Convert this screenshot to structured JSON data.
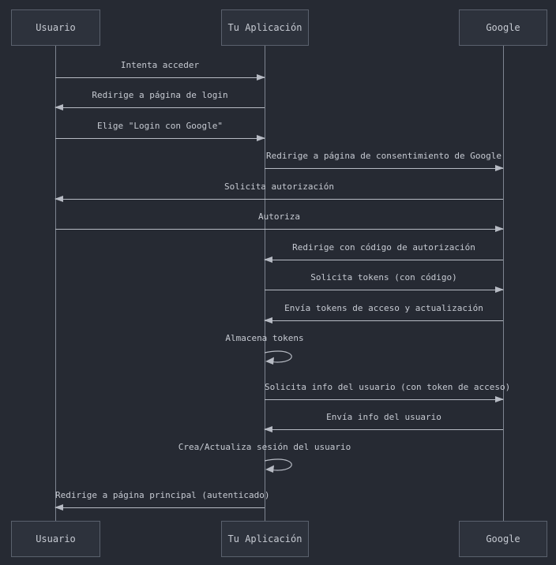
{
  "diagram": {
    "type": "sequence",
    "actors": [
      {
        "label": "Usuario"
      },
      {
        "label": "Tu Aplicación"
      },
      {
        "label": "Google"
      }
    ],
    "messages": [
      {
        "label": "Intenta acceder",
        "from": "Usuario",
        "to": "Tu Aplicación",
        "style": "solid"
      },
      {
        "label": "Redirige a página de login",
        "from": "Tu Aplicación",
        "to": "Usuario",
        "style": "solid"
      },
      {
        "label": "Elige \"Login con Google\"",
        "from": "Usuario",
        "to": "Tu Aplicación",
        "style": "solid"
      },
      {
        "label": "Redirige a página de consentimiento de Google",
        "from": "Tu Aplicación",
        "to": "Google",
        "style": "solid"
      },
      {
        "label": "Solicita autorización",
        "from": "Google",
        "to": "Usuario",
        "style": "solid"
      },
      {
        "label": "Autoriza",
        "from": "Usuario",
        "to": "Google",
        "style": "solid"
      },
      {
        "label": "Redirige con código de autorización",
        "from": "Google",
        "to": "Tu Aplicación",
        "style": "solid"
      },
      {
        "label": "Solicita tokens (con código)",
        "from": "Tu Aplicación",
        "to": "Google",
        "style": "solid"
      },
      {
        "label": "Envía tokens de acceso y actualización",
        "from": "Google",
        "to": "Tu Aplicación",
        "style": "solid"
      },
      {
        "label": "Almacena tokens",
        "from": "Tu Aplicación",
        "to": "Tu Aplicación",
        "self": true,
        "style": "solid"
      },
      {
        "label": "Solicita info del usuario (con token de acceso)",
        "from": "Tu Aplicación",
        "to": "Google",
        "style": "solid"
      },
      {
        "label": "Envía info del usuario",
        "from": "Google",
        "to": "Tu Aplicación",
        "style": "solid"
      },
      {
        "label": "Crea/Actualiza sesión del usuario",
        "from": "Tu Aplicación",
        "to": "Tu Aplicación",
        "self": true,
        "style": "solid"
      },
      {
        "label": "Redirige a página principal (autenticado)",
        "from": "Tu Aplicación",
        "to": "Usuario",
        "style": "solid"
      }
    ],
    "colors": {
      "background": "#262a33",
      "actor_fill": "#2d323c",
      "actor_border": "#5a616d",
      "text": "#c6cad2",
      "line": "#b7bbc4",
      "lifeline": "#7e8591"
    }
  }
}
